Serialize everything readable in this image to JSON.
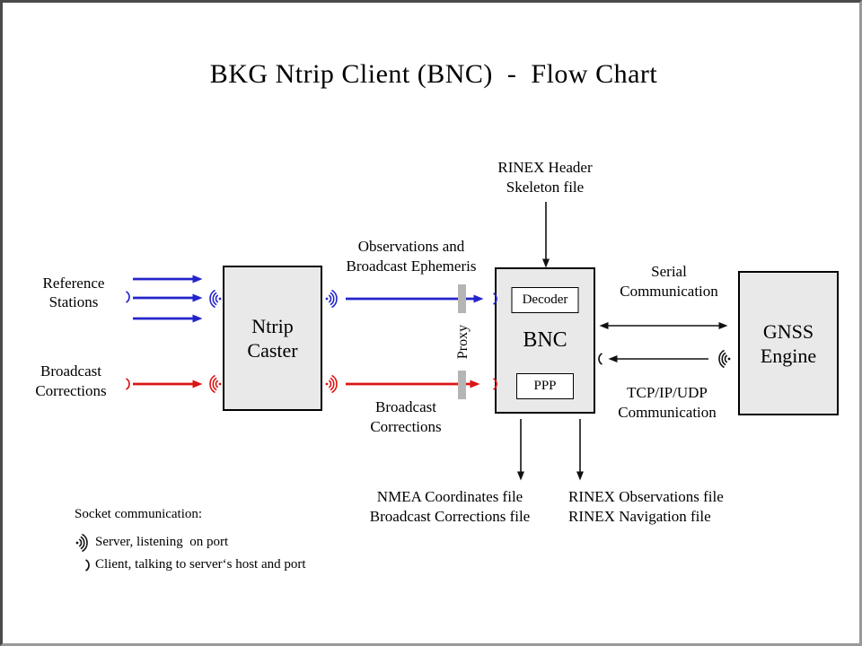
{
  "title": "BKG Ntrip Client (BNC)  -  Flow Chart",
  "colors": {
    "arrow_blue": "#2424cc",
    "arrow_red": "#dc1414",
    "arrow_black": "#111111",
    "node_fill": "#e9e9e9",
    "node_border": "#000000",
    "proxy_bar": "#b5b5b5",
    "frame_dark": "#4a4a4a",
    "frame_light": "#999999"
  },
  "nodes": {
    "ntrip_caster": {
      "line1": "Ntrip",
      "line2": "Caster"
    },
    "bnc": {
      "label": "BNC",
      "decoder": "Decoder",
      "ppp": "PPP"
    },
    "gnss_engine": {
      "line1": "GNSS",
      "line2": "Engine"
    }
  },
  "labels": {
    "reference_stations": {
      "line1": "Reference",
      "line2": "Stations"
    },
    "broadcast_corrections_input": {
      "line1": "Broadcast",
      "line2": "Corrections"
    },
    "observations": {
      "line1": "Observations and",
      "line2": "Broadcast Ephemeris"
    },
    "broadcast_corrections_stream": {
      "line1": "Broadcast",
      "line2": "Corrections"
    },
    "proxy": "Proxy",
    "rinex_header": {
      "line1": "RINEX Header",
      "line2": "Skeleton file"
    },
    "serial": {
      "line1": "Serial",
      "line2": "Communication"
    },
    "tcpip": {
      "line1": "TCP/IP/UDP",
      "line2": "Communication"
    },
    "nmea_out": {
      "line1": "NMEA Coordinates file",
      "line2": "Broadcast Corrections file"
    },
    "rinex_out": {
      "line1": "RINEX Observations file",
      "line2": "RINEX Navigation file"
    }
  },
  "legend": {
    "heading": "Socket communication:",
    "server": "Server, listening  on port",
    "client": "Client, talking to server‘s host and port"
  },
  "icons": {
    "server_listening": "·)))",
    "client_talking": ")"
  }
}
